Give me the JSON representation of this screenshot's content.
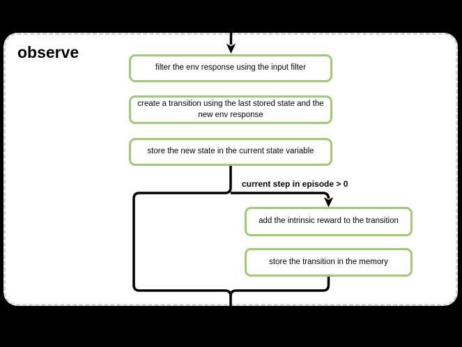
{
  "diagram": {
    "title": "observe",
    "nodes": [
      {
        "id": "filter-env-response",
        "label": "filter the env response using the input filter"
      },
      {
        "id": "create-transition",
        "label": "create a transition using the last stored state and the\nnew env response"
      },
      {
        "id": "store-new-state",
        "label": "store the new state in the current state variable"
      },
      {
        "id": "add-intrinsic-reward",
        "label": "add the intrinsic reward to the transition"
      },
      {
        "id": "store-transition",
        "label": "store the transition in the memory"
      }
    ],
    "condition_label": "current step in episode > 0",
    "colors": {
      "canvas_bg": "#000000",
      "frame_bg": "#ffffff",
      "frame_border": "#d4d4d4",
      "node_border": "#9ccc6e",
      "node_fill": "#ffffff",
      "edge": "#000000",
      "text": "#000000"
    }
  }
}
